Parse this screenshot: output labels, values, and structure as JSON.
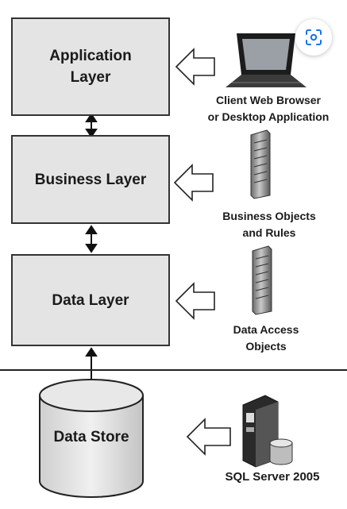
{
  "layers": {
    "application": "Application\nLayer",
    "business": "Business Layer",
    "data": "Data Layer"
  },
  "data_store": "Data Store",
  "captions": {
    "client": "Client Web Browser\nor Desktop Application",
    "business_objects": "Business Objects\nand Rules",
    "data_access": "Data Access\nObjects",
    "sql_server": "SQL Server 2005"
  },
  "icons": {
    "client": "laptop-icon",
    "business_objects": "server-tower-icon",
    "data_access": "server-tower-icon",
    "sql_server": "database-server-icon",
    "lens": "lens-scan-icon"
  },
  "colors": {
    "box_fill": "#e4e4e4",
    "outline": "#333333",
    "lens_accent": "#1a73e8"
  }
}
